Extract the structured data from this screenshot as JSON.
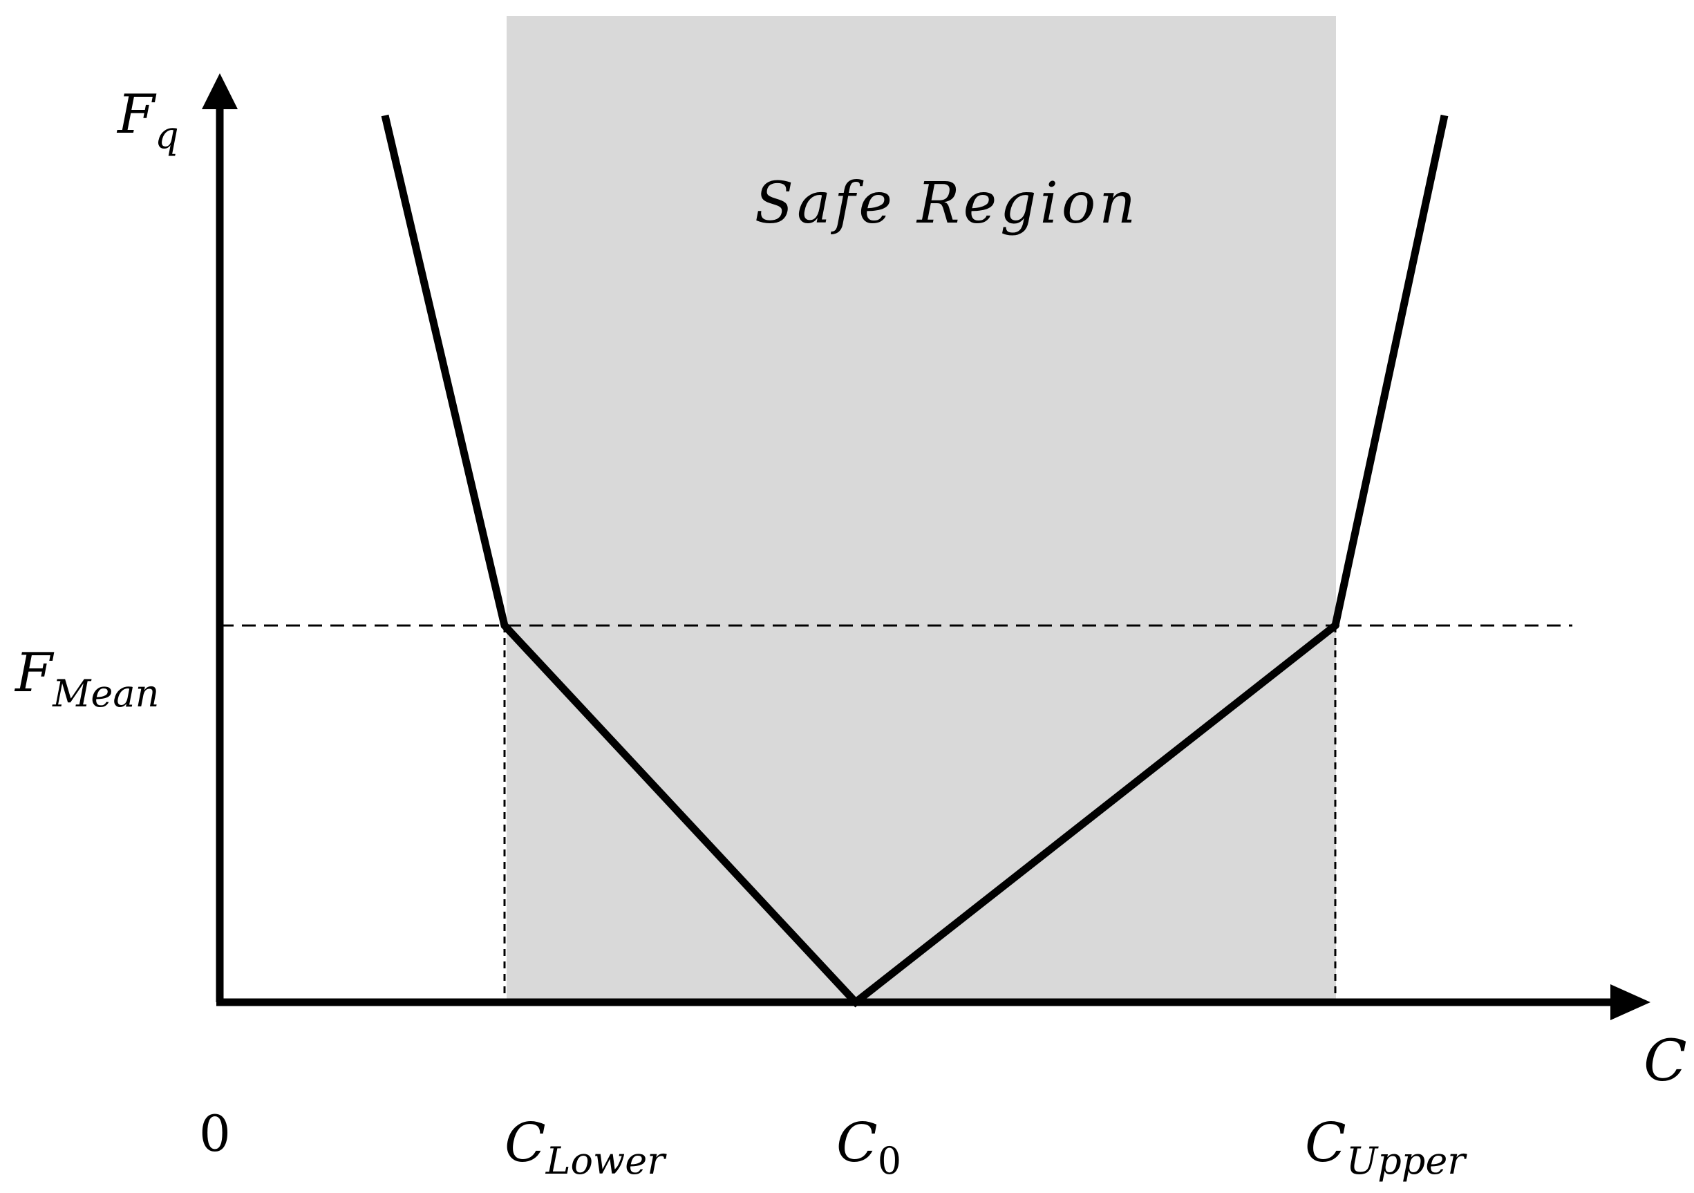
{
  "diagram": {
    "region_label": "Safe Region",
    "y_axis": {
      "symbol": "F",
      "subscript": "q"
    },
    "x_axis": {
      "symbol": "C"
    },
    "f_mean": {
      "symbol": "F",
      "subscript": "Mean"
    },
    "origin": "0",
    "c_lower": {
      "symbol": "C",
      "subscript": "Lower"
    },
    "c_zero": {
      "symbol": "C",
      "subscript": "0"
    },
    "c_upper": {
      "symbol": "C",
      "subscript": "Upper"
    }
  },
  "colors": {
    "safe_region_fill": "#d9d9d9",
    "line": "#000000",
    "background": "#ffffff"
  }
}
